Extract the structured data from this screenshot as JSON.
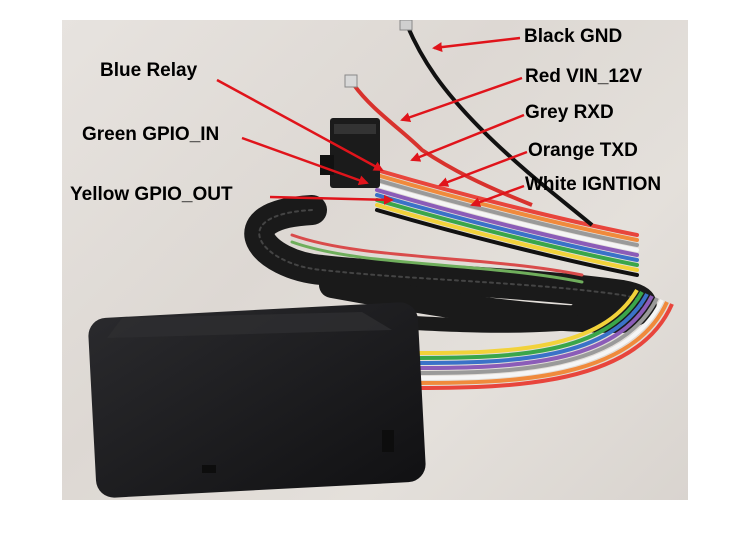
{
  "labels": {
    "black_gnd": "Black GND",
    "red_vin": "Red VIN_12V",
    "grey_rxd": "Grey RXD",
    "orange_txd": "Orange TXD",
    "white_ignition": "White IGNTION",
    "blue_relay": "Blue Relay",
    "green_gpio_in": "Green GPIO_IN",
    "yellow_gpio_out": "Yellow GPIO_OUT"
  },
  "colors": {
    "arrow": "#e0141b",
    "device": "#1c1c1e",
    "background": "#e2ded9",
    "wires": [
      "#e8453c",
      "#f08a3c",
      "#f2d23a",
      "#3aa64a",
      "#3a72c8",
      "#8b5cb8",
      "#9a9a9a",
      "#f5f5f5",
      "#111111",
      "#a0522d"
    ]
  }
}
